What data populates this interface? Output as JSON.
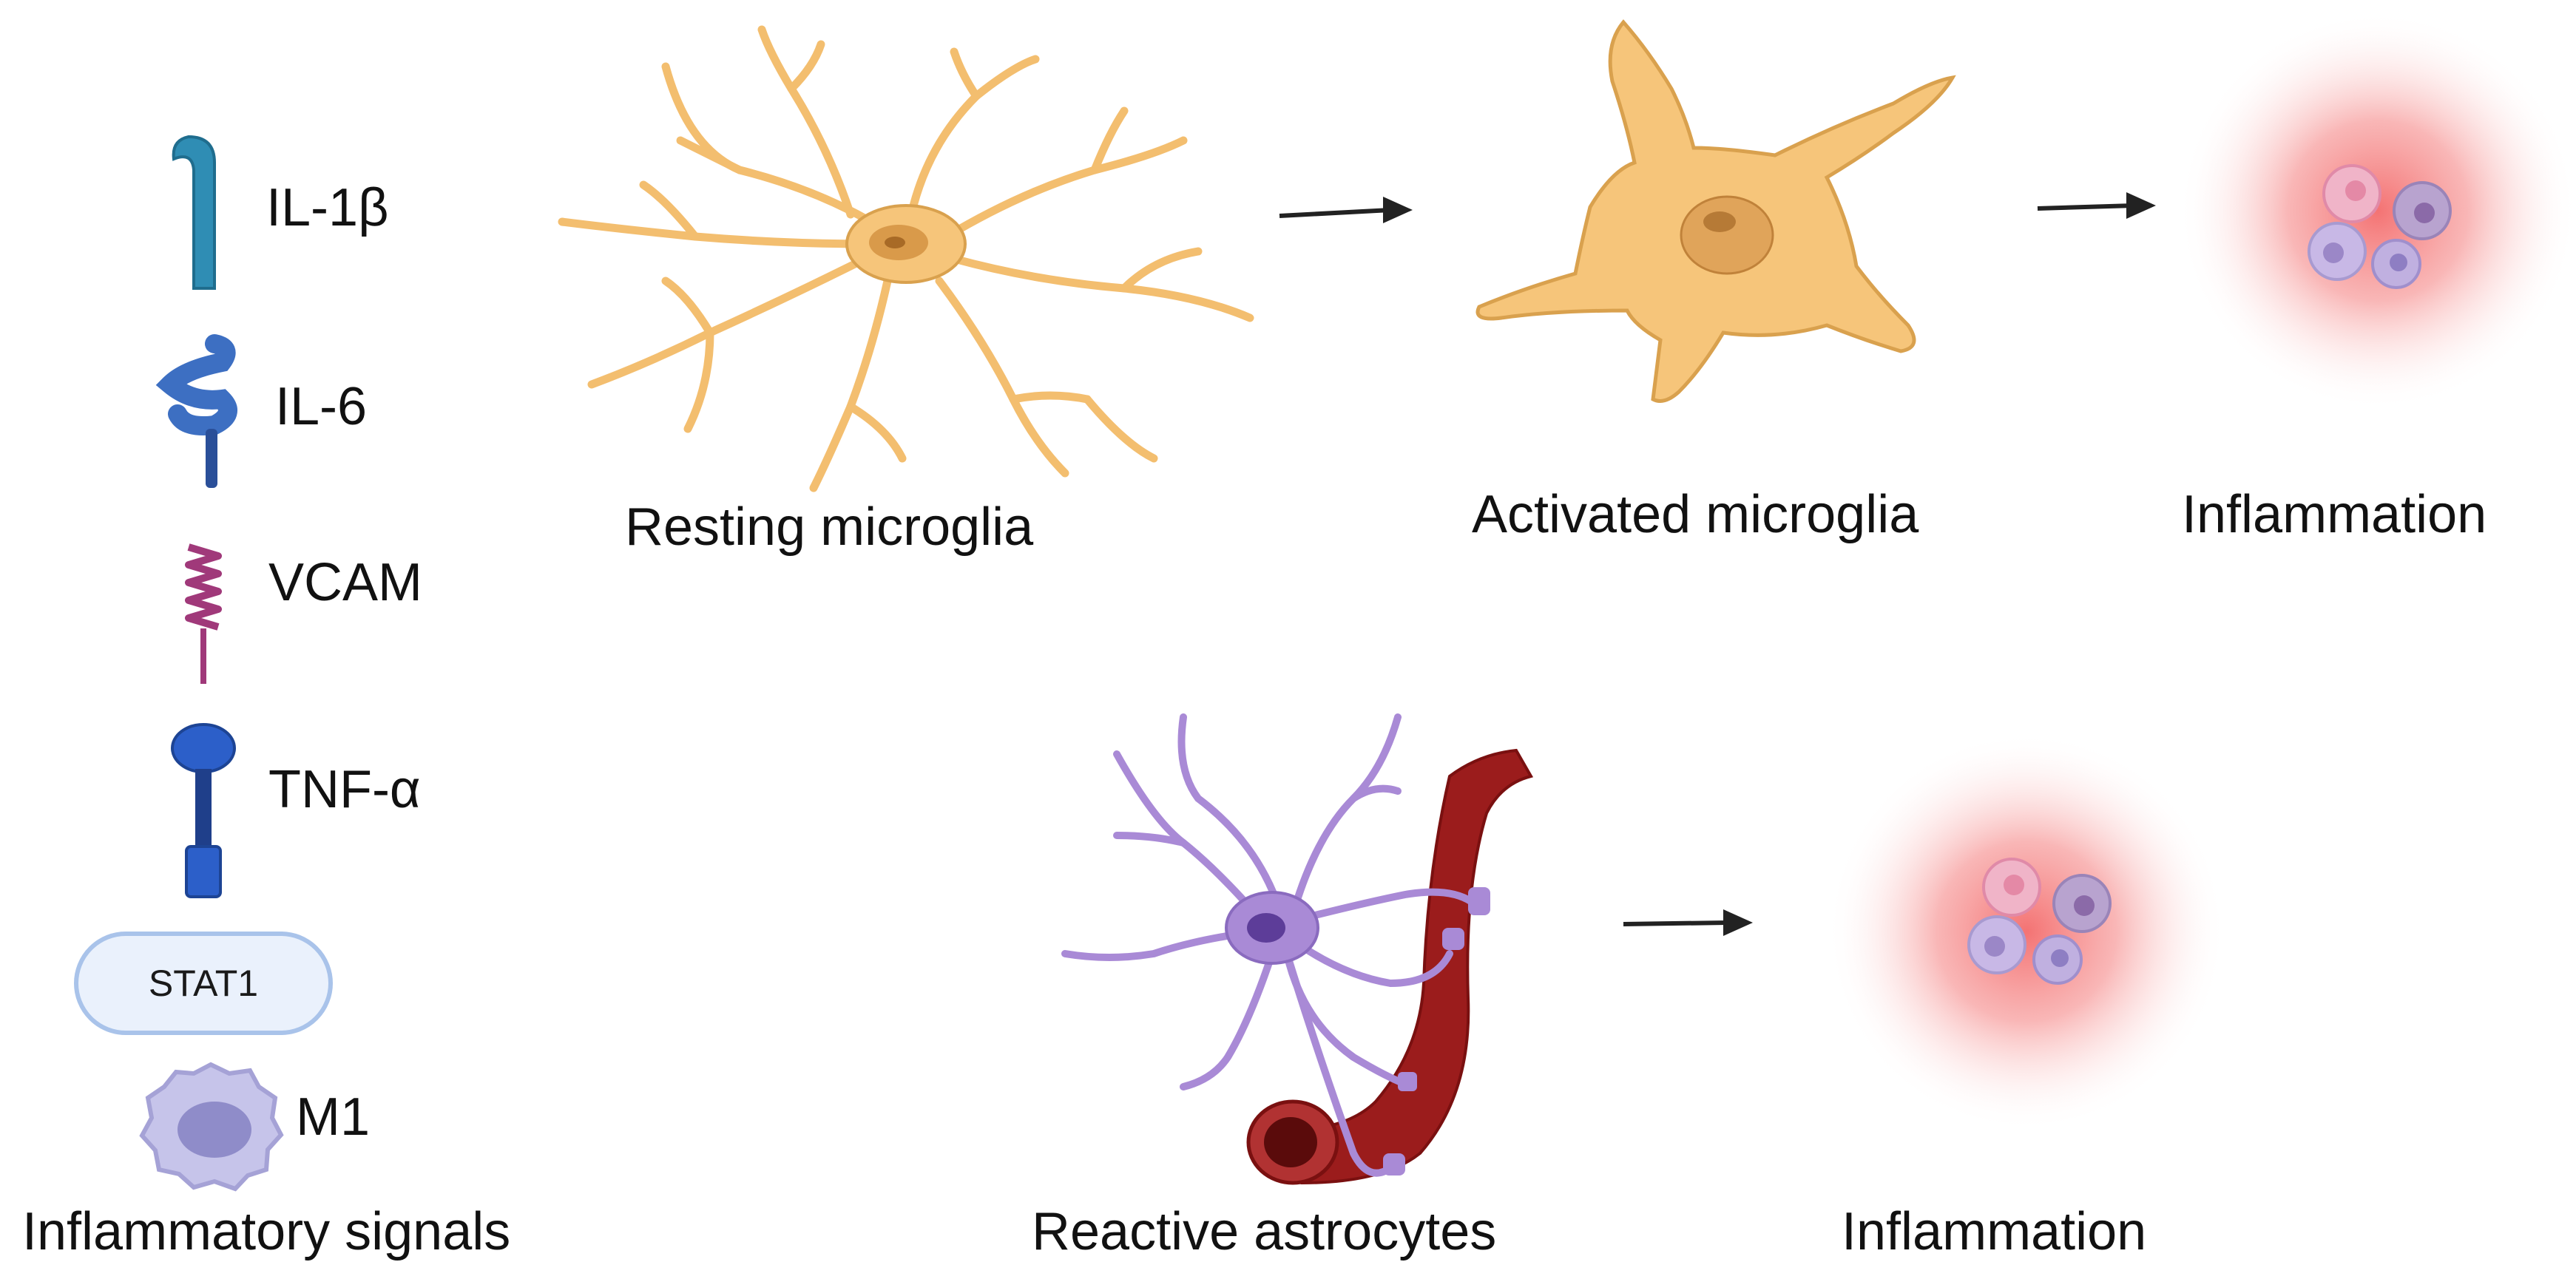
{
  "signals": {
    "il1b": "IL-1β",
    "il6": "IL-6",
    "vcam": "VCAM",
    "tnfa": "TNF-α",
    "stat1": "STAT1",
    "m1": "M1",
    "caption": "Inflammatory signals"
  },
  "microglia": {
    "resting_label": "Resting microglia",
    "activated_label": "Activated microglia",
    "inflammation_label": "Inflammation"
  },
  "astrocytes": {
    "reactive_label": "Reactive astrocytes",
    "inflammation_label": "Inflammation"
  },
  "colors": {
    "microglia": "#f6c57a",
    "microglia_outline": "#d9a14e",
    "astrocyte": "#a98ad6",
    "vessel": "#9b1c1c",
    "inflammation_glow": "#f26d6d",
    "il1b": "#2f8db4",
    "il6": "#3d6fc2",
    "vcam": "#a0397a",
    "tnfa": "#2c5fc9",
    "m1": "#b9b7e3"
  }
}
